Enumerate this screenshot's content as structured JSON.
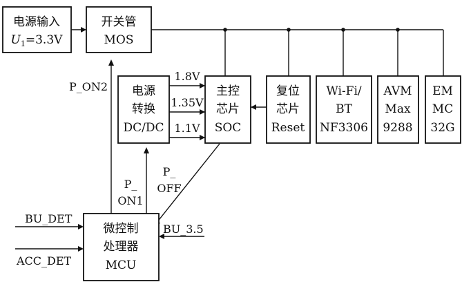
{
  "blocks": {
    "power_input": {
      "line1": "电源输入",
      "line2_var": "U",
      "line2_sub": "1",
      "line2_rest": "=3.3V"
    },
    "switch_mos": {
      "line1": "开关管",
      "line2": "MOS"
    },
    "power_conv": {
      "line1": "电源",
      "line2": "转换",
      "line3": "DC/DC"
    },
    "soc": {
      "line1": "主控",
      "line2": "芯片",
      "line3": "SOC"
    },
    "reset": {
      "line1": "复位",
      "line2": "芯片",
      "line3": "Reset"
    },
    "wifi": {
      "line1": "Wi-Fi/",
      "line2": "BT",
      "line3": "NF3306"
    },
    "avm": {
      "line1": "AVM",
      "line2": "Max",
      "line3": "9288"
    },
    "emmc": {
      "line1": "EM",
      "line2": "MC",
      "line3": "32G"
    },
    "mcu": {
      "line1": "微控制",
      "line2": "处理器",
      "line3": "MCU"
    }
  },
  "signals": {
    "v18": "1.8V",
    "v135": "1.35V",
    "v11": "1.1V",
    "p_on2": "P_ON2",
    "p_on1_a": "P_",
    "p_on1_b": "ON1",
    "p_off_a": "P_",
    "p_off_b": "OFF",
    "bu_det": "BU_DET",
    "acc_det": "ACC_DET",
    "bu_35": "BU_3.5"
  }
}
